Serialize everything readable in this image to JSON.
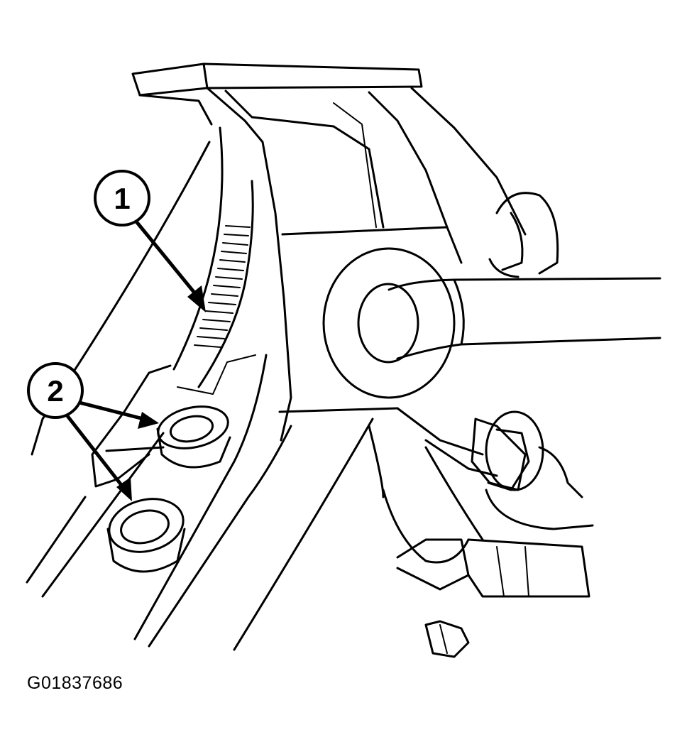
{
  "figure": {
    "id": "G01837686",
    "callouts": [
      {
        "label": "1"
      },
      {
        "label": "2"
      }
    ]
  }
}
